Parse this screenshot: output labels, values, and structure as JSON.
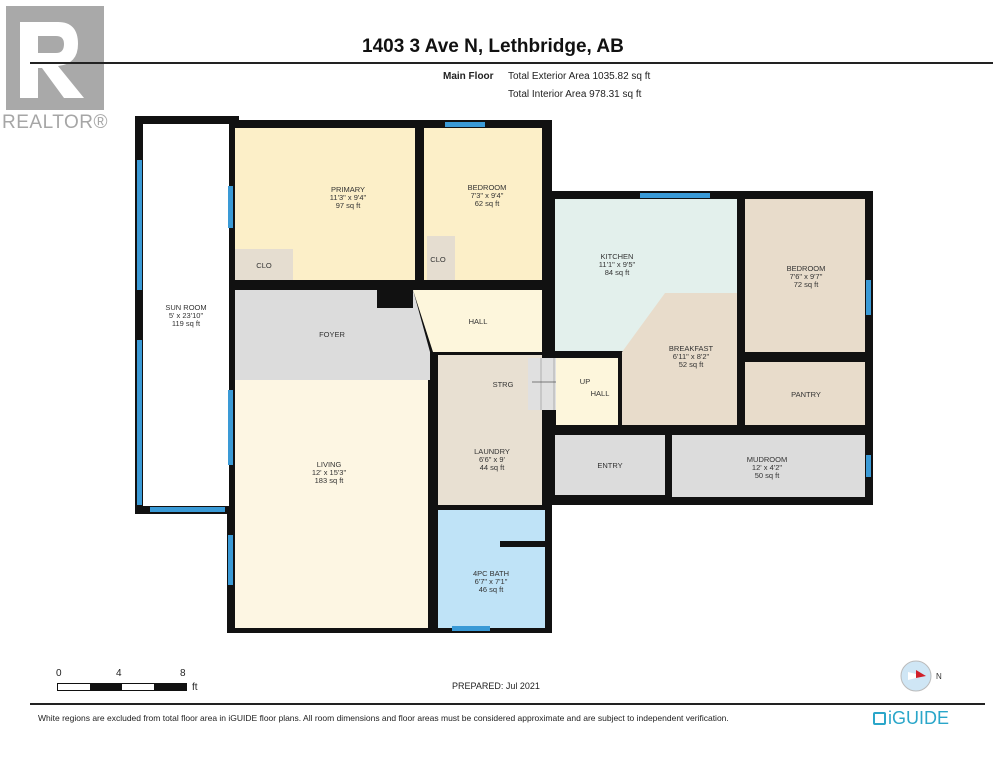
{
  "logo": {
    "text": "REALTOR®"
  },
  "header": {
    "title": "1403 3 Ave N, Lethbridge, AB",
    "floor": "Main Floor",
    "exterior_area": "Total Exterior Area 1035.82 sq ft",
    "interior_area": "Total Interior Area 978.31 sq ft"
  },
  "rooms": {
    "sunroom": {
      "name": "SUN ROOM",
      "dims": "5' x 23'10\"",
      "area": "119 sq ft"
    },
    "primary": {
      "name": "PRIMARY",
      "dims": "11'3\" x 9'4\"",
      "area": "97 sq ft"
    },
    "bedroom1": {
      "name": "BEDROOM",
      "dims": "7'3\" x 9'4\"",
      "area": "62 sq ft"
    },
    "clo1": {
      "name": "CLO"
    },
    "clo2": {
      "name": "CLO"
    },
    "foyer": {
      "name": "FOYER"
    },
    "hall": {
      "name": "HALL"
    },
    "living": {
      "name": "LIVING",
      "dims": "12' x 15'3\"",
      "area": "183 sq ft"
    },
    "laundry": {
      "name": "LAUNDRY",
      "dims": "6'6\" x 9'",
      "area": "44 sq ft"
    },
    "strg": {
      "name": "STRG"
    },
    "up": {
      "name": "UP"
    },
    "hall2": {
      "name": "HALL"
    },
    "bath": {
      "name": "4PC BATH",
      "dims": "6'7\" x 7'1\"",
      "area": "46 sq ft"
    },
    "kitchen": {
      "name": "KITCHEN",
      "dims": "11'1\" x 9'5\"",
      "area": "84 sq ft"
    },
    "breakfast": {
      "name": "BREAKFAST",
      "dims": "6'11\" x 8'2\"",
      "area": "52 sq ft"
    },
    "bedroom2": {
      "name": "BEDROOM",
      "dims": "7'6\" x 9'7\"",
      "area": "72 sq ft"
    },
    "pantry": {
      "name": "PANTRY"
    },
    "entry": {
      "name": "ENTRY"
    },
    "mudroom": {
      "name": "MUDROOM",
      "dims": "12' x 4'2\"",
      "area": "50 sq ft"
    }
  },
  "scale": {
    "ticks": [
      "0",
      "4",
      "8"
    ],
    "unit": "ft"
  },
  "footer": {
    "prepared": "PREPARED: Jul 2021",
    "disclaimer": "White regions are excluded from total floor area in iGUIDE floor plans. All room dimensions and floor areas must be considered approximate and are subject to independent verification.",
    "brand": "iGUIDE",
    "compass_label": "N"
  },
  "colors": {
    "wall": "#111111",
    "window": "#3a9ad6",
    "brand": "#2aa6c9"
  }
}
